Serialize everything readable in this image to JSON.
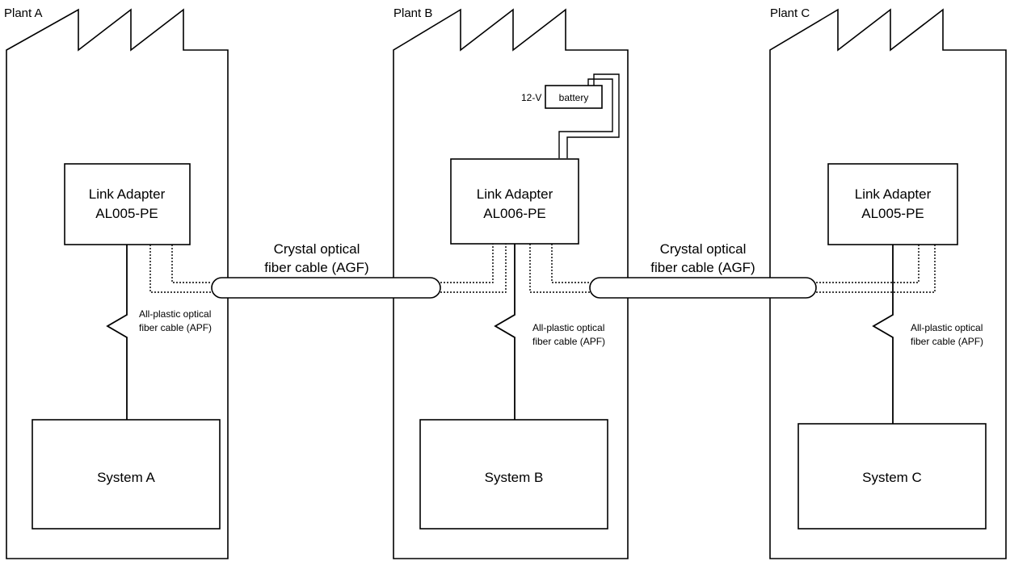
{
  "plants": [
    {
      "name": "Plant A",
      "adapter_line1": "Link Adapter",
      "adapter_line2": "AL005-PE",
      "apf_line1": "All-plastic optical",
      "apf_line2": "fiber cable (APF)",
      "system": "System A"
    },
    {
      "name": "Plant B",
      "adapter_line1": "Link Adapter",
      "adapter_line2": "AL006-PE",
      "apf_line1": "All-plastic optical",
      "apf_line2": "fiber cable (APF)",
      "system": "System B",
      "battery_label": "battery",
      "voltage_label": "12-V"
    },
    {
      "name": "Plant C",
      "adapter_line1": "Link Adapter",
      "adapter_line2": "AL005-PE",
      "apf_line1": "All-plastic optical",
      "apf_line2": "fiber cable (APF)",
      "system": "System C"
    }
  ],
  "agf_cables": [
    {
      "line1": "Crystal optical",
      "line2": "fiber cable (AGF)"
    },
    {
      "line1": "Crystal optical",
      "line2": "fiber cable (AGF)"
    }
  ]
}
